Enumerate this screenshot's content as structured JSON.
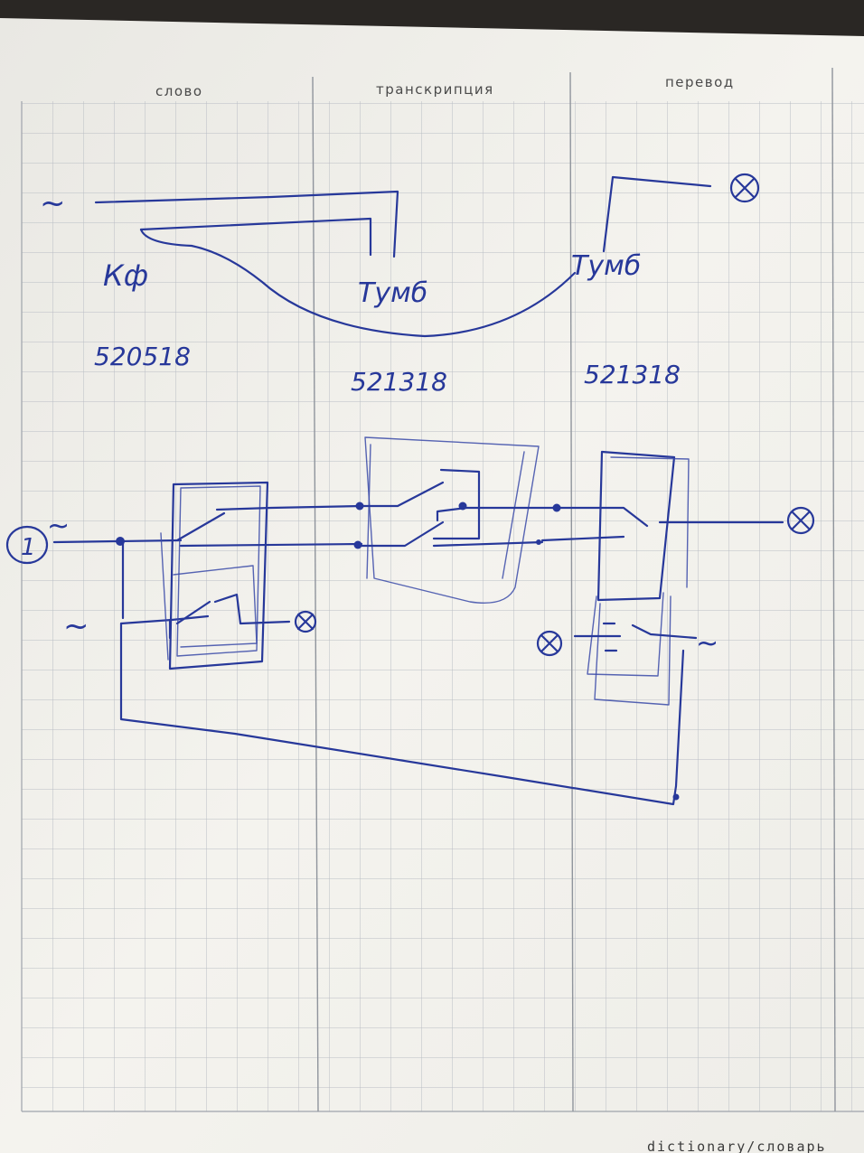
{
  "notebook": {
    "column_headers": [
      "слово",
      "транскрипция",
      "перевод"
    ],
    "footer": "dictionary/словарь"
  },
  "sketch": {
    "labels": {
      "tilde": "~",
      "kf": "Кф",
      "tumb_1": "Тумб",
      "tumb_2": "Тумб",
      "num_1": "520518",
      "num_2": "521318",
      "num_3": "521318",
      "circle_one": "1"
    },
    "ink_color": "#27389a",
    "paper_color": "#f4f3ee",
    "grid_color": "#b9bdc4"
  }
}
